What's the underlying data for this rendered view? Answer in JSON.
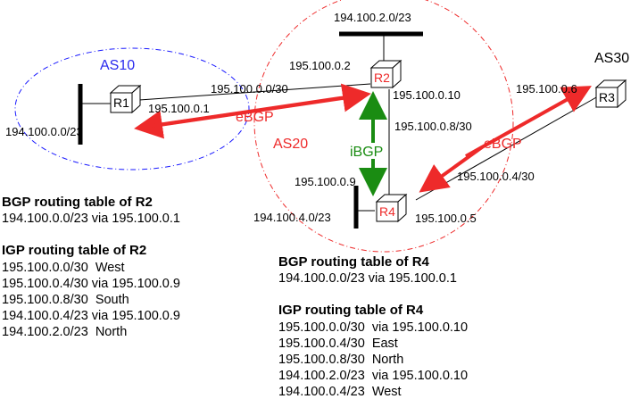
{
  "as_labels": {
    "as10": "AS10",
    "as20": "AS20",
    "as30": "AS30"
  },
  "routers": {
    "r1": "R1",
    "r2": "R2",
    "r3": "R3",
    "r4": "R4"
  },
  "networks": {
    "net_r1": "194.100.0.0/23",
    "net_r2": "194.100.2.0/23",
    "net_r4": "194.100.4.0/23"
  },
  "links": {
    "r1_r2": "195.100.0.0/30",
    "r2_r4": "195.100.0.8/30",
    "r4_r3": "195.100.0.4/30"
  },
  "interfaces": {
    "r1_if": "195.100.0.1",
    "r2_west": "195.100.0.2",
    "r2_south": "195.100.0.10",
    "r4_north": "195.100.0.9",
    "r4_east": "195.100.0.5",
    "r3_if": "195.100.0.6"
  },
  "sessions": {
    "ebgp_left": "eBGP",
    "ibgp": "iBGP",
    "ebgp_right": "eBGP"
  },
  "colors": {
    "ebgp": "#ee2a2a",
    "ibgp": "#1a8c12",
    "as10_border": "#1a1aff",
    "as20_border": "#ee2a2a",
    "as10_label": "#2a2aee",
    "router_label_red": "#ee2a2a"
  },
  "tables": {
    "r2_bgp": {
      "title": "BGP routing table of R2",
      "rows": [
        "194.100.0.0/23 via 195.100.0.1"
      ]
    },
    "r2_igp": {
      "title": "IGP routing table of R2",
      "rows": [
        "195.100.0.0/30  West",
        "195.100.0.4/30 via 195.100.0.9",
        "195.100.0.8/30  South",
        "194.100.0.4/23 via 195.100.0.9",
        "194.100.2.0/23  North"
      ]
    },
    "r4_bgp": {
      "title": "BGP routing table of R4",
      "rows": [
        "194.100.0.0/23 via 195.100.0.1"
      ]
    },
    "r4_igp": {
      "title": "IGP routing table of R4",
      "rows": [
        "195.100.0.0/30  via 195.100.0.10",
        "195.100.0.4/30  East",
        "195.100.0.8/30  North",
        "194.100.2.0/23  via 195.100.0.10",
        "194.100.0.4/23  West"
      ]
    }
  }
}
